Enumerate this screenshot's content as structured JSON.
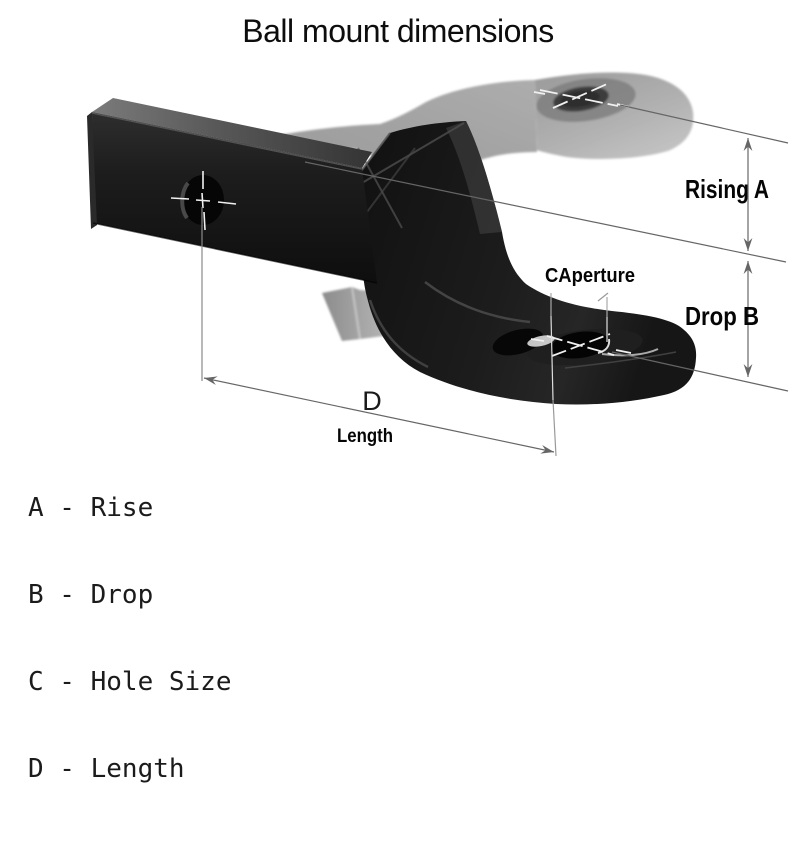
{
  "title": "Ball mount dimensions",
  "diagram": {
    "dimension_labels": {
      "rise": "Rising A",
      "drop": "Drop B",
      "aperture": "CAperture",
      "length_letter": "D",
      "length_word": "Length"
    },
    "colors": {
      "background": "#ffffff",
      "mount_body": "#141414",
      "ghost_body": "#a0a0a0",
      "dimension_lines": "#666666",
      "crosshair": "#f0f0f0",
      "label_text": "#000000"
    }
  },
  "legend": {
    "items": [
      {
        "text": "A - Rise"
      },
      {
        "text": "B - Drop"
      },
      {
        "text": "C - Hole Size"
      },
      {
        "text": "D - Length"
      }
    ]
  }
}
